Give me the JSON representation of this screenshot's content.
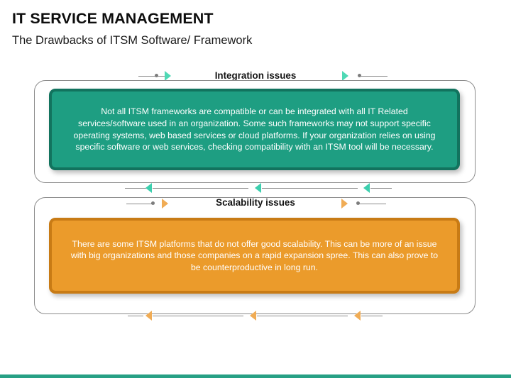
{
  "slide": {
    "title": "IT SERVICE MANAGEMENT",
    "subtitle": "The Drawbacks of ITSM Software/ Framework",
    "accent_teal": "#1e9e82",
    "accent_teal_dark": "#12735e",
    "accent_orange": "#eb9b2b",
    "accent_orange_dark": "#c87b15",
    "marker_teal": "#4fd9b5",
    "marker_orange": "#f0ac55",
    "connector_gray": "#8c8c8c",
    "bottom_bar_color": "#27a085"
  },
  "sections": [
    {
      "label": "Integration issues",
      "body": "Not all ITSM frameworks are compatible or can be integrated with all IT Related services/software used in an organization. Some such frameworks may not support specific operating systems, web based services or cloud platforms. If your organization relies on using specific software or web services, checking compatibility with an ITSM tool will be necessary.",
      "card_color": "#1e9e82"
    },
    {
      "label": "Scalability issues",
      "body": "There are some ITSM platforms that do not offer good scalability. This can be more of an issue with big organizations and those companies on a rapid expansion spree. This can also prove to be counterproductive in long run.",
      "card_color": "#eb9b2b"
    }
  ],
  "markers": {
    "top_left_triangle": "triangle-right-teal-icon",
    "top_right_triangle": "triangle-right-teal-icon",
    "mid_triangles": "triangle-left-teal-icon",
    "scalability_triangles": "triangle-right-orange-icon",
    "bottom_triangles": "triangle-left-orange-icon"
  }
}
